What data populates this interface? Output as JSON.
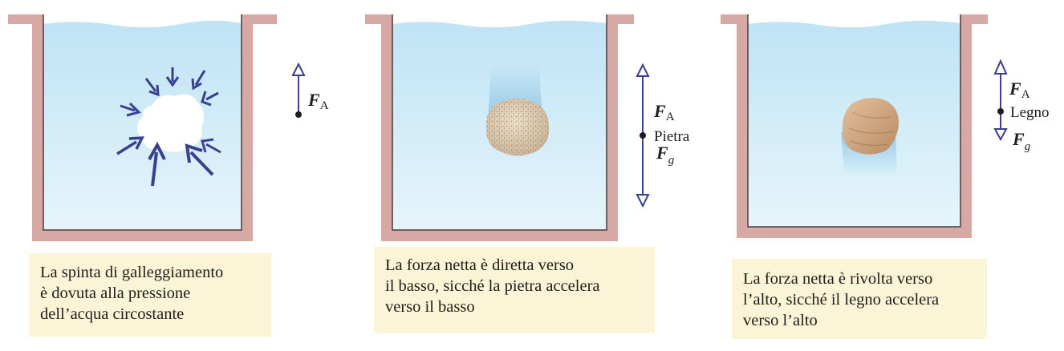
{
  "colors": {
    "wall": "#d7a9a4",
    "wall_edge": "#4a3b3b",
    "water_top": "#bfe3f5",
    "water_bottom": "#e4f4fb",
    "arrow": "#3a3f8f",
    "arrow_fill": "#ffffff",
    "caption_bg": "#fbf4d6"
  },
  "panels": [
    {
      "force_labels": {
        "buoyancy": "F",
        "buoyancy_sub": "A"
      },
      "caption_lines": [
        "La spinta di galleggiamento",
        "è dovuta alla pressione",
        "dell’acqua circostante"
      ]
    },
    {
      "object_name": "Pietra",
      "force_labels": {
        "buoyancy": "F",
        "buoyancy_sub": "A",
        "weight": "F",
        "weight_sub": "g"
      },
      "caption_lines": [
        "La forza netta è diretta verso",
        "il basso, sicché la pietra accelera",
        "verso il basso"
      ]
    },
    {
      "object_name": "Legno",
      "force_labels": {
        "buoyancy": "F",
        "buoyancy_sub": "A",
        "weight": "F",
        "weight_sub": "g"
      },
      "caption_lines": [
        "La forza netta è rivolta verso",
        "l’alto, sicché il legno accelera",
        "verso l’alto"
      ]
    }
  ]
}
